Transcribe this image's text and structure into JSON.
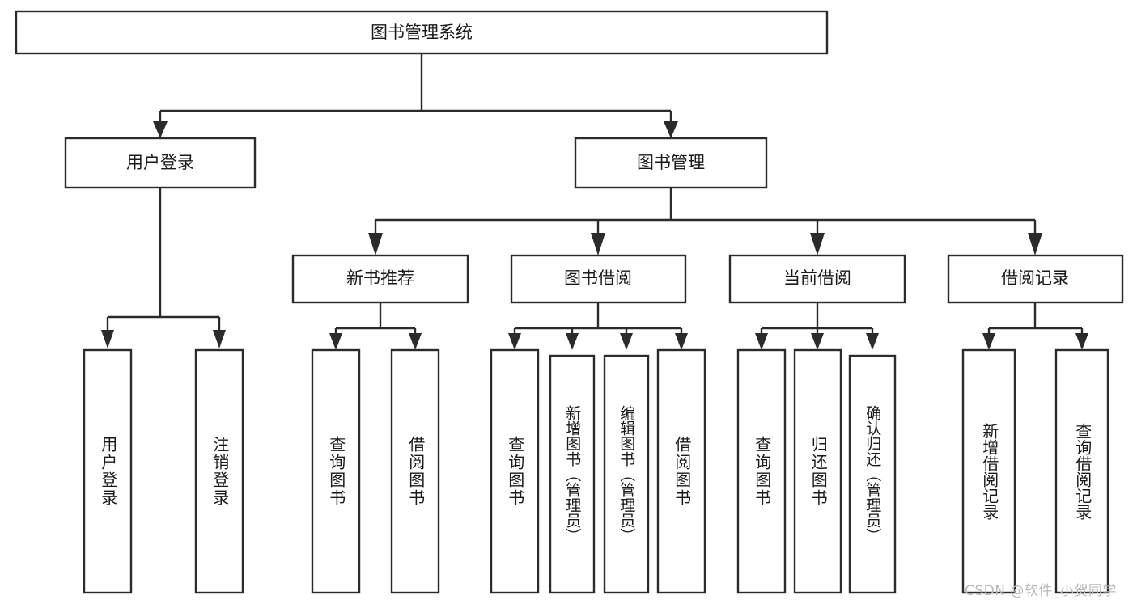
{
  "diagram": {
    "type": "tree-hierarchy",
    "title": "图书管理系统",
    "watermark": "CSDN @软件_小贺同学",
    "colors": {
      "background": "#ffffff",
      "stroke": "#2b2b2b",
      "text": "#1a1a1a",
      "watermark": "#b9b9b9"
    },
    "levels": [
      {
        "level": 1,
        "nodes": [
          {
            "id": "root",
            "label": "图书管理系统",
            "orientation": "horizontal"
          }
        ]
      },
      {
        "level": 2,
        "nodes": [
          {
            "id": "login",
            "label": "用户登录",
            "orientation": "horizontal",
            "parent": "root"
          },
          {
            "id": "bookmgmt",
            "label": "图书管理",
            "orientation": "horizontal",
            "parent": "root"
          }
        ]
      },
      {
        "level": 3,
        "nodes": [
          {
            "id": "newbook",
            "label": "新书推荐",
            "orientation": "horizontal",
            "parent": "bookmgmt"
          },
          {
            "id": "borrow",
            "label": "图书借阅",
            "orientation": "horizontal",
            "parent": "bookmgmt"
          },
          {
            "id": "current",
            "label": "当前借阅",
            "orientation": "horizontal",
            "parent": "bookmgmt"
          },
          {
            "id": "records",
            "label": "借阅记录",
            "orientation": "horizontal",
            "parent": "bookmgmt"
          }
        ]
      },
      {
        "level": 4,
        "nodes": [
          {
            "id": "leaf1",
            "label": "用户登录",
            "orientation": "vertical",
            "parent": "login"
          },
          {
            "id": "leaf2",
            "label": "注销登录",
            "orientation": "vertical",
            "parent": "login"
          },
          {
            "id": "leaf3",
            "label": "查询图书",
            "orientation": "vertical",
            "parent": "newbook"
          },
          {
            "id": "leaf4",
            "label": "借阅图书",
            "orientation": "vertical",
            "parent": "newbook"
          },
          {
            "id": "leaf5",
            "label": "查询图书",
            "orientation": "vertical",
            "parent": "borrow"
          },
          {
            "id": "leaf6",
            "label": "新增图书（管理员）",
            "orientation": "vertical",
            "parent": "borrow"
          },
          {
            "id": "leaf7",
            "label": "编辑图书（管理员）",
            "orientation": "vertical",
            "parent": "borrow"
          },
          {
            "id": "leaf8",
            "label": "借阅图书",
            "orientation": "vertical",
            "parent": "borrow"
          },
          {
            "id": "leaf9",
            "label": "查询图书",
            "orientation": "vertical",
            "parent": "current"
          },
          {
            "id": "leaf10",
            "label": "归还图书",
            "orientation": "vertical",
            "parent": "current"
          },
          {
            "id": "leaf11",
            "label": "确认归还（管理员）",
            "orientation": "vertical",
            "parent": "current"
          },
          {
            "id": "leaf12",
            "label": "新增借阅记录",
            "orientation": "vertical",
            "parent": "records"
          },
          {
            "id": "leaf13",
            "label": "查询借阅记录",
            "orientation": "vertical",
            "parent": "records"
          }
        ]
      }
    ]
  }
}
